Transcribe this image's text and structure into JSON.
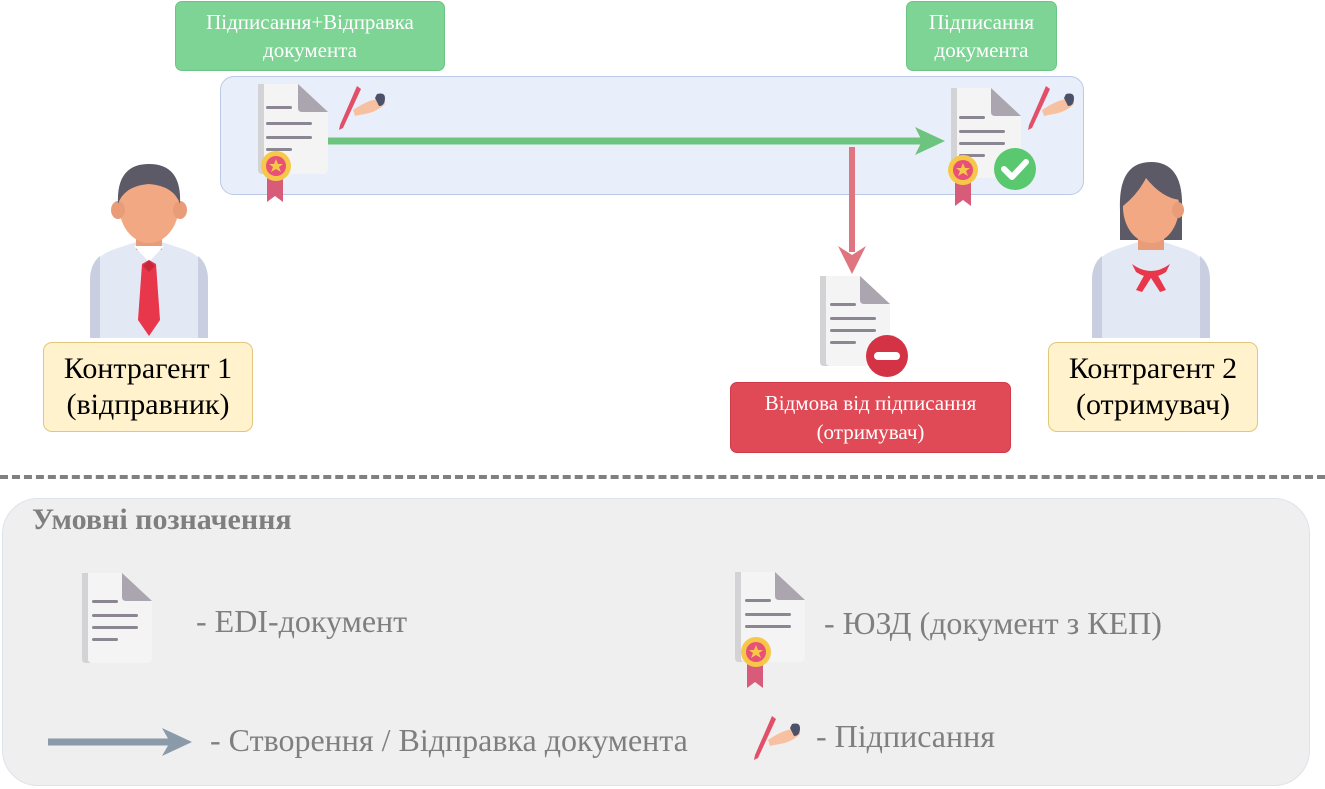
{
  "top_labels": {
    "sign_send": "Підписання+Відправка документа",
    "sign": "Підписання документа",
    "reject": "Відмова від підписання (отримувач)"
  },
  "parties": {
    "sender": "Контрагент 1\n(відправник)",
    "receiver": "Контрагент 2\n(отримувач)"
  },
  "legend": {
    "title": "Умовні позначення",
    "edi": "-  EDI-документ",
    "yuzd": "-  ЮЗД (документ з КЕП)",
    "create_send": "-  Створення / Відправка документа",
    "signing": "-  Підписання"
  },
  "colors": {
    "flow_arrow": "#6cc47f",
    "reject_arrow": "#e07580",
    "legend_arrow": "#8a9aa8",
    "label_green": "#7dd494",
    "label_red": "#e04a57"
  }
}
